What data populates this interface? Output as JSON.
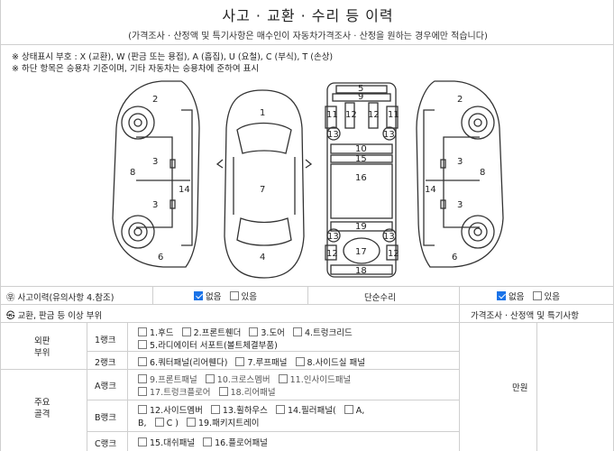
{
  "title": "사고 · 교환 · 수리 등 이력",
  "subtitle": "(가격조사 · 산정액 및 특기사항은 매수인이 자동차가격조사 · 산정을 원하는 경우에만 적습니다)",
  "legend": {
    "line1": "※ 상태표시 부호 : X (교환), W (판금 또는 용접), A (흠집), U (요철), C (부식), T (손상)",
    "line2": "※ 하단 항목은 승용차 기준이며, 기타 자동차는 승용차에 준하여 표시"
  },
  "diagram_numbers": [
    "1",
    "2",
    "3",
    "4",
    "5",
    "6",
    "7",
    "8",
    "9",
    "10",
    "11",
    "12",
    "13",
    "14",
    "15",
    "16",
    "17",
    "18",
    "19"
  ],
  "accident": {
    "label": "㉾ 사고이력(유의사항 4.참조)",
    "none_label": "없음",
    "yes_label": "있음",
    "none_checked": true,
    "simple_repair_label": "단순수리",
    "sr_none_label": "없음",
    "sr_yes_label": "있음",
    "sr_none_checked": true
  },
  "exchange": {
    "label": "㉿ 교환, 판금 등 이상 부위",
    "price_header": "가격조사 · 산정액 및 특기사항",
    "exterior_label": "외판\n부위",
    "exterior_label_l1": "외판",
    "exterior_label_l2": "부위",
    "rank1_label": "1랭크",
    "rank1_items_line1": [
      "1.후드",
      "2.프론트휀더",
      "3.도어",
      "4.트렁크리드"
    ],
    "rank1_items_line2": [
      "5.라디에이터 서포트(볼트체결부품)"
    ],
    "rank2_label": "2랭크",
    "rank2_items": [
      "6.쿼터패널(리어휀다)",
      "7.루프패널",
      "8.사이드실 패널"
    ],
    "main_label_l1": "주요",
    "main_label_l2": "골격",
    "rankA_label": "A랭크",
    "rankA_items_line1": [
      "9.프론트패널",
      "10.크로스멤버",
      "11.인사이드패널"
    ],
    "rankA_items_line2": [
      "17.트렁크플로어",
      "18.리어패널"
    ],
    "rankB_label": "B랭크",
    "rankB_line1": [
      "12.사이드멤버",
      "13.휠하우스",
      "14.필러패널("
    ],
    "rankB_line1_A": "A,",
    "rankB_line2_B": "B,",
    "rankB_line2_C": "C )",
    "rankB_line2_tail": "19.패키지트레이",
    "rankC_label": "C랭크",
    "rankC_items": [
      "15.대쉬패널",
      "16.플로어패널"
    ],
    "manwon": "만원"
  }
}
